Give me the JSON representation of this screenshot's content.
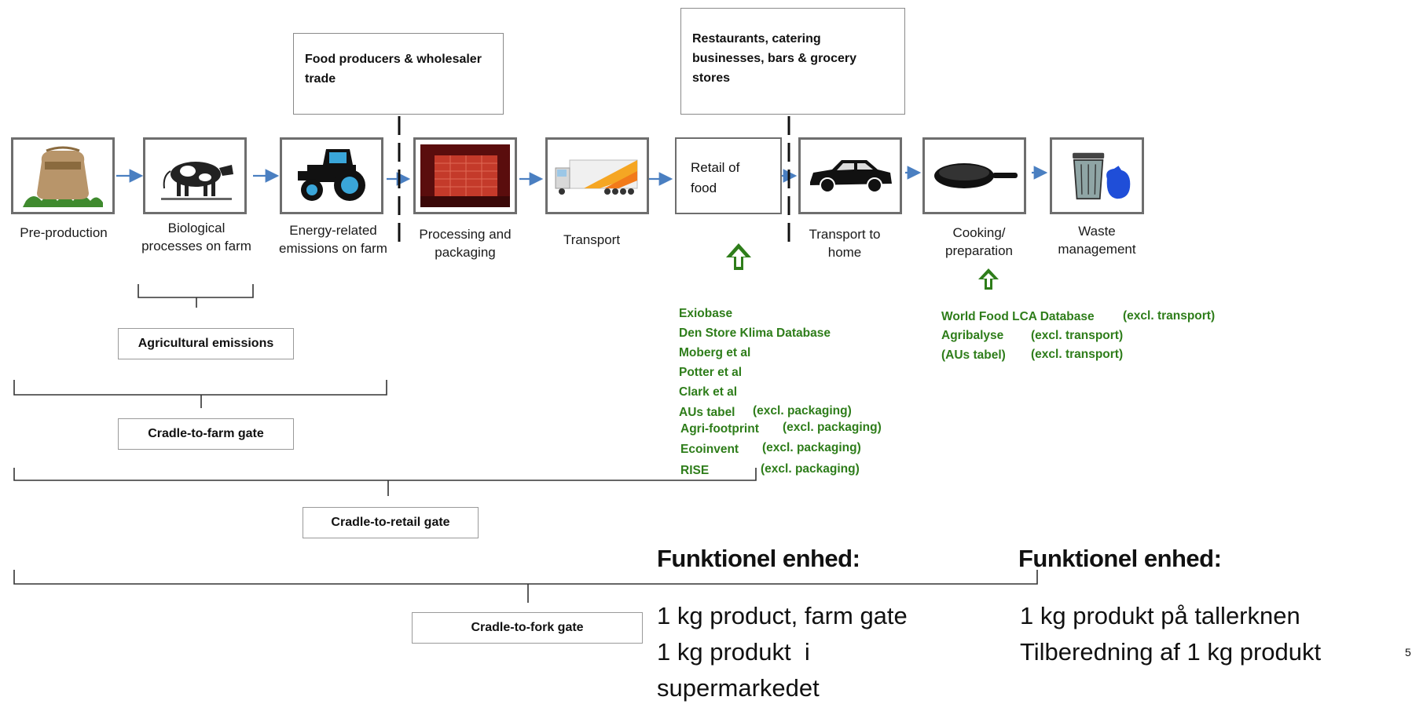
{
  "top_boxes": {
    "food_producers": "Food producers & wholesaler trade",
    "restaurants": "Restaurants, catering businesses, bars & grocery stores"
  },
  "stages": [
    {
      "label": "Pre-production",
      "icon": "fertilizer-sack-icon"
    },
    {
      "label": "Biological processes on farm",
      "icon": "cow-icon"
    },
    {
      "label": "Energy-related emissions on farm",
      "icon": "tractor-icon"
    },
    {
      "label": "Processing and packaging",
      "icon": "factory-interior-icon"
    },
    {
      "label": "Transport",
      "icon": "truck-icon"
    },
    {
      "label": "Retail of food",
      "icon": ""
    },
    {
      "label": "Transport to home",
      "icon": "car-icon"
    },
    {
      "label": "Cooking/ preparation",
      "icon": "frying-pan-icon"
    },
    {
      "label": "Waste management",
      "icon": "trash-can-icon"
    }
  ],
  "gates": {
    "agricultural": "Agricultural emissions",
    "farm": "Cradle-to-farm gate",
    "retail": "Cradle-to-retail gate",
    "fork": "Cradle-to-fork gate"
  },
  "retail_sources": [
    {
      "name": "Exiobase",
      "note": ""
    },
    {
      "name": "Den Store Klima Database",
      "note": ""
    },
    {
      "name": "Moberg et al",
      "note": ""
    },
    {
      "name": "Potter et al",
      "note": ""
    },
    {
      "name": "Clark et al",
      "note": ""
    },
    {
      "name": "AUs tabel",
      "note": "(excl. packaging)"
    },
    {
      "name": "Agri-footprint",
      "note": "(excl. packaging)"
    },
    {
      "name": "Ecoinvent",
      "note": "(excl. packaging)"
    },
    {
      "name": "RISE",
      "note": "(excl. packaging)"
    }
  ],
  "cooking_sources": [
    {
      "name": "World Food LCA Database",
      "note": "(excl. transport)"
    },
    {
      "name": "Agribalyse",
      "note": "(excl. transport)"
    },
    {
      "name": "(AUs tabel)",
      "note": "(excl. transport)"
    }
  ],
  "functional_units": {
    "left": {
      "title": "Funktionel enhed:",
      "lines": [
        "1 kg product, farm gate",
        "1 kg produkt  i",
        "supermarkedet"
      ]
    },
    "right": {
      "title": "Funktionel enhed:",
      "lines": [
        "1 kg produkt på tallerknen",
        "Tilberedning af 1 kg produkt"
      ]
    }
  },
  "page_number": "5",
  "colors": {
    "flow_arrow": "#4a7fc1",
    "source_text": "#2e7d1a",
    "box_border": "#6e6e6e"
  }
}
